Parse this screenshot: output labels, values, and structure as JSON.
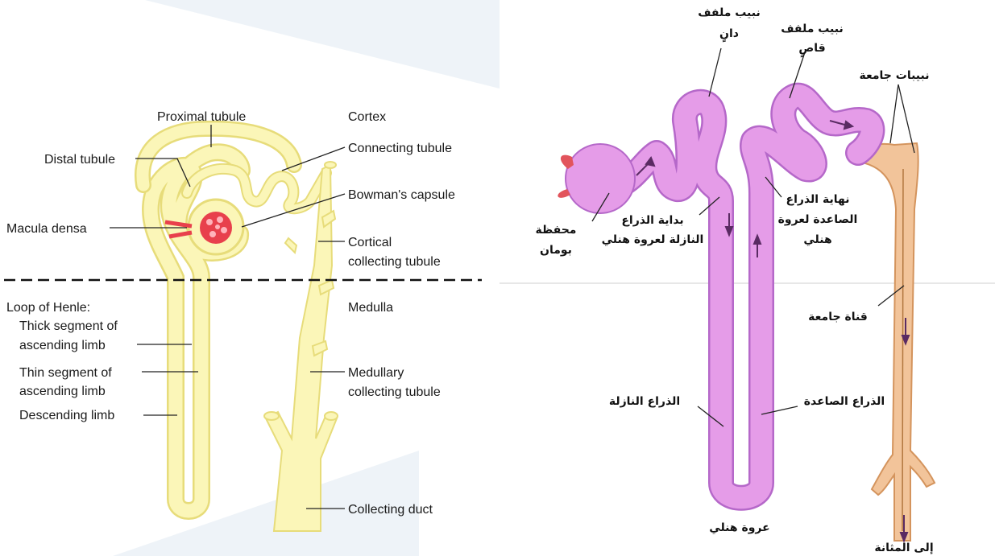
{
  "left_diagram": {
    "labels": {
      "proximal_tubule": "Proximal tubule",
      "cortex": "Cortex",
      "distal_tubule": "Distal tubule",
      "connecting_tubule": "Connecting tubule",
      "bowmans_capsule": "Bowman's capsule",
      "macula_densa": "Macula densa",
      "cortical_collecting_1": "Cortical",
      "cortical_collecting_2": "collecting tubule",
      "loop_of_henle": "Loop of Henle:",
      "thick_1": "Thick segment of",
      "thick_2": "ascending limb",
      "thin_1": "Thin segment of",
      "thin_2": "ascending limb",
      "descending_limb": "Descending limb",
      "medulla": "Medulla",
      "medullary_1": "Medullary",
      "medullary_2": "collecting tubule",
      "collecting_duct": "Collecting duct"
    },
    "colors": {
      "tubule_fill": "#fbf6b8",
      "tubule_stroke": "#e7dc7a",
      "glomerulus": "#e8404c"
    }
  },
  "right_diagram": {
    "labels": {
      "distal_convoluted_1": "نبيب ملفف",
      "distal_convoluted_2": "دانٍ",
      "proximal_convoluted_1": "نبيب ملفف",
      "proximal_convoluted_2": "قاصٍ",
      "collecting_tubules": "نبيبات جامعة",
      "bowman_1": "محفظة",
      "bowman_2": "بومان",
      "desc_start_1": "بداية الذراع",
      "desc_start_2": "النازلة لعروة هنلي",
      "asc_end_1": "نهاية الذراع",
      "asc_end_2": "الصاعدة لعروة",
      "asc_end_3": "هنلي",
      "collecting_duct": "قناة جامعة",
      "descending_limb": "الذراع النازلة",
      "ascending_limb": "الذراع الصاعدة",
      "loop_of_henle": "عروة هنلي",
      "to_bladder": "إلى المثانة"
    },
    "colors": {
      "nephron": "#e59ce8",
      "nephron_dark": "#b568c9",
      "duct": "#f2c49a",
      "duct_dark": "#d4945d",
      "bowman_red": "#e2545c"
    }
  }
}
